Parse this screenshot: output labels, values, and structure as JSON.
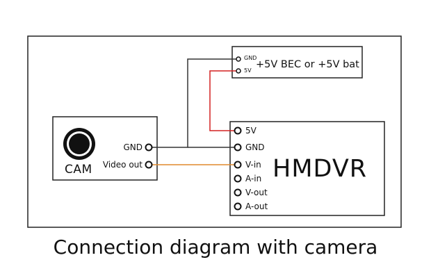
{
  "power": {
    "gnd": "GND",
    "v5": "5V",
    "label": "+5V BEC or +5V bat"
  },
  "camera": {
    "name": "CAM",
    "gnd": "GND",
    "video_out": "Video out"
  },
  "hmdvr": {
    "name": "HMDVR",
    "pins": [
      "5V",
      "GND",
      "V-in",
      "A-in",
      "V-out",
      "A-out"
    ]
  },
  "caption": "Connection diagram with camera",
  "colors": {
    "wire_5v": "#d42020",
    "wire_video": "#e08a2c",
    "wire_gnd": "#333333",
    "outline": "#222222"
  }
}
